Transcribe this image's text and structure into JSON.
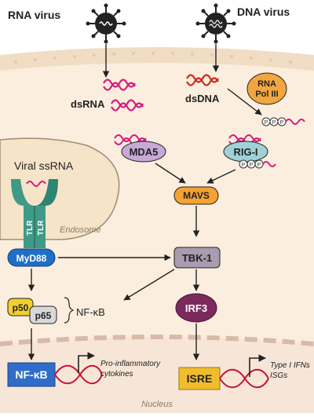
{
  "labels": {
    "rna_virus": "RNA virus",
    "dna_virus": "DNA virus",
    "dsrna": "dsRNA",
    "dsdna": "dsDNA",
    "rna_pol_line1": "RNA",
    "rna_pol_line2": "Pol III",
    "ppp": "P",
    "mda5": "MDA5",
    "rigi": "RIG-I",
    "viral_ssrna": "Viral ssRNA",
    "tlr": "TLR",
    "endosome": "Endosome",
    "myd88": "MyD88",
    "mavs": "MAVS",
    "tbk1": "TBK-1",
    "irf3": "IRF3",
    "p50": "p50",
    "p65": "p65",
    "nfkb_brace": "NF-κB",
    "nfkb_box": "NF-κB",
    "isre": "ISRE",
    "pro_inflam_line1": "Pro-inflammatory",
    "pro_inflam_line2": "cytokines",
    "type1_line1": "Type I IFNs",
    "type1_line2": "ISGs",
    "nucleus": "Nucleus"
  },
  "colors": {
    "cytoplasm": "#fbeede",
    "membrane": "#f1ddc4",
    "endosome_fill": "#f6e4c8",
    "endosome_stroke": "#9d8b75",
    "nucleus_fill": "#f7e6d8",
    "nucleus_dash": "#d9b9a9",
    "rna_strand": "#d6197c",
    "dna_strand": "#cc2b1a",
    "mda5": "#c8a9d6",
    "rigi": "#9fd1d6",
    "mavs": "#f3a233",
    "tbk1": "#a99bb0",
    "irf3": "#7c2a5e",
    "p50": "#f1cf2e",
    "p65": "#d8d8d8",
    "myd88": "#1f6fc6",
    "tlr": "#3f9a87",
    "nfkb_box": "#2f6dc9",
    "isre_box": "#f1bd2d",
    "rna_pol": "#f2a640",
    "arrow": "#222222"
  }
}
